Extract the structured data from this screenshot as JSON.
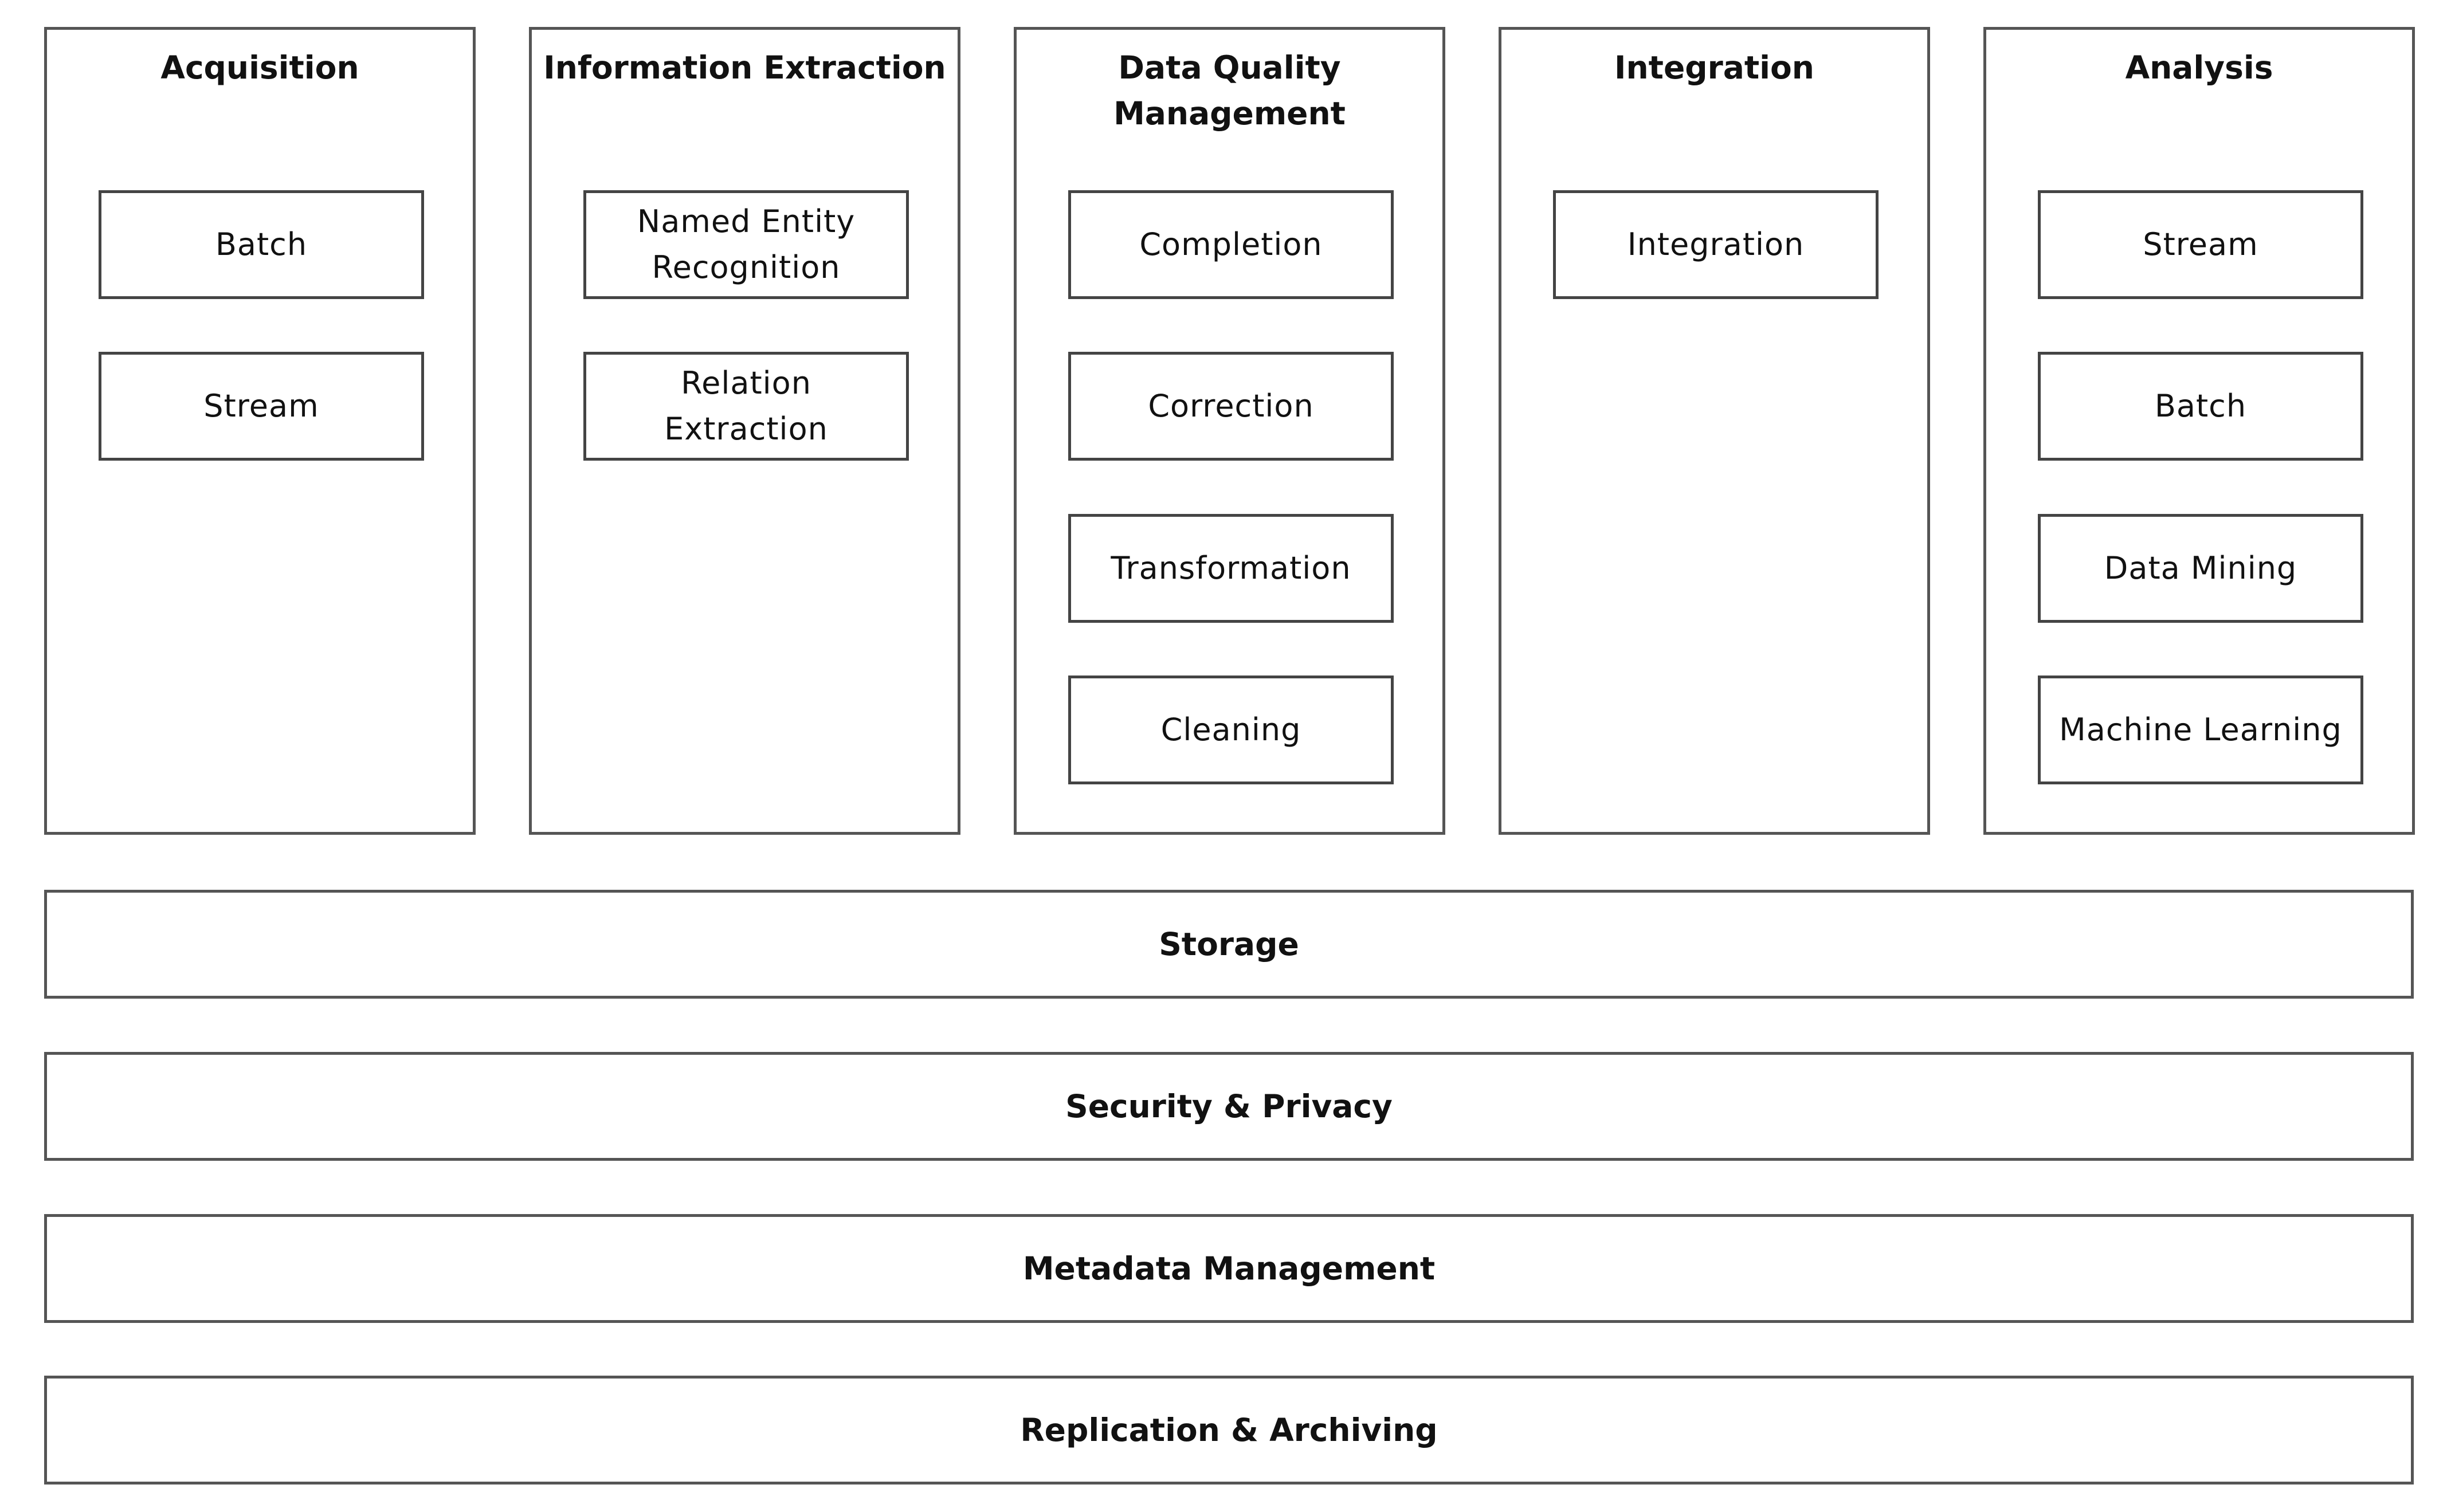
{
  "columns": [
    {
      "title": "Acquisition",
      "items": [
        "Batch",
        "Stream"
      ]
    },
    {
      "title": "Information Extraction",
      "items": [
        "Named Entity\nRecognition",
        "Relation\nExtraction"
      ]
    },
    {
      "title": "Data Quality\nManagement",
      "items": [
        "Completion",
        "Correction",
        "Transformation",
        "Cleaning"
      ]
    },
    {
      "title": "Integration",
      "items": [
        "Integration"
      ]
    },
    {
      "title": "Analysis",
      "items": [
        "Stream",
        "Batch",
        "Data Mining",
        "Machine Learning"
      ]
    }
  ],
  "layers": [
    "Storage",
    "Security & Privacy",
    "Metadata Management",
    "Replication & Archiving"
  ]
}
